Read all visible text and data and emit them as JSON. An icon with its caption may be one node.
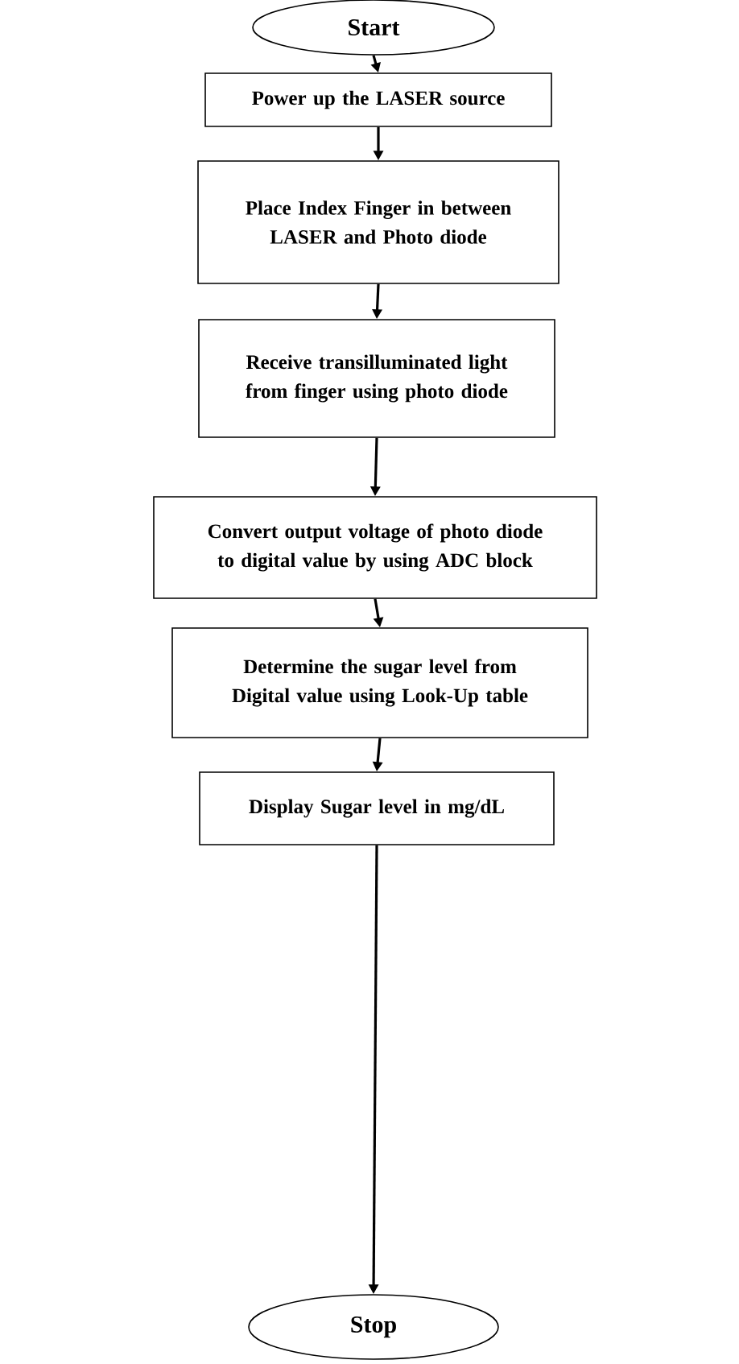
{
  "diagram": {
    "nodes": [
      {
        "text": [
          "Start"
        ]
      },
      {
        "text": [
          "Power up the LASER source"
        ]
      },
      {
        "text": [
          "Place Index Finger in between LASER and Photo diode"
        ]
      },
      {
        "text": [
          "Receive transilluminated light from finger using photo diode"
        ]
      },
      {
        "text": [
          "Convert output voltage of photo diode to digital value by using ADC block"
        ]
      },
      {
        "text": [
          "Determine the sugar level from Digital value using Look-Up table"
        ]
      },
      {
        "text": [
          "Display Sugar level in mg/dL"
        ]
      },
      {
        "text": [
          "Stop"
        ]
      }
    ],
    "edges": [
      {
        "from": 0,
        "to": 1,
        "arrow": "to"
      },
      {
        "from": 1,
        "to": 2,
        "arrow": "to"
      },
      {
        "from": 2,
        "to": 3,
        "arrow": "to"
      },
      {
        "from": 3,
        "to": 4,
        "arrow": "to"
      },
      {
        "from": 4,
        "to": 5,
        "arrow": "to"
      },
      {
        "from": 5,
        "to": 6,
        "arrow": "to"
      },
      {
        "from": 6,
        "to": 7,
        "arrow": "to"
      }
    ]
  }
}
